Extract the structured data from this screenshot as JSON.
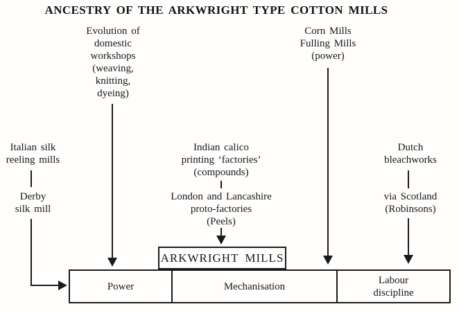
{
  "title": "ANCESTRY OF THE ARKWRIGHT TYPE COTTON MILLS",
  "colors": {
    "ink": "#1a1a1a",
    "background": "#fffefd"
  },
  "nodes": {
    "evolution_workshops": {
      "lines": [
        "Evolution of",
        "domestic",
        "workshops",
        "(weaving,",
        "knitting,",
        "dyeing)"
      ]
    },
    "corn_mills": {
      "lines": [
        "Corn Mills",
        "Fulling Mills",
        "(power)"
      ]
    },
    "italian_silk": {
      "lines": [
        "Italian silk",
        "reeling mills"
      ]
    },
    "derby_silk": {
      "lines": [
        "Derby",
        "silk mill"
      ]
    },
    "indian_calico": {
      "lines": [
        "Indian calico",
        "printing ‘factories’",
        "(compounds)"
      ]
    },
    "london_lancashire": {
      "lines": [
        "London and Lancashire",
        "proto-factories",
        "(Peels)"
      ]
    },
    "dutch_bleachworks": {
      "lines": [
        "Dutch",
        "bleachworks"
      ]
    },
    "via_scotland": {
      "lines": [
        "via Scotland",
        "(Robinsons)"
      ]
    },
    "arkwright_mills": {
      "label": "ARKWRIGHT MILLS"
    },
    "foundation": {
      "power": {
        "lines": [
          "Power"
        ]
      },
      "mechanisation": {
        "lines": [
          "Mechanisation"
        ]
      },
      "labour": {
        "lines": [
          "Labour",
          "discipline"
        ]
      }
    }
  }
}
